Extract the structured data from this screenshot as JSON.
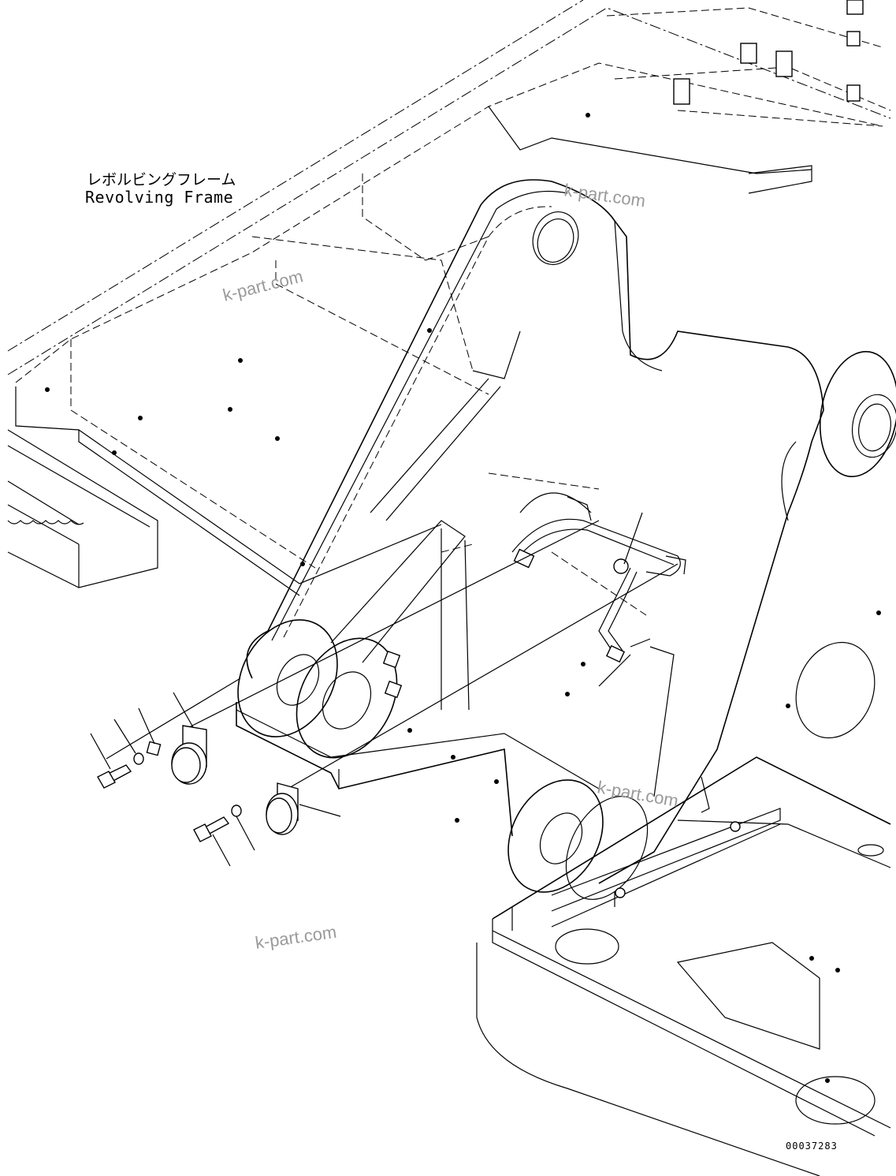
{
  "labels": {
    "frame_jp": "レボルビングフレーム",
    "frame_en": "Revolving Frame",
    "drawing_number": "00037283"
  },
  "watermarks": [
    "k-part.com",
    "k-part.com",
    "k-part.com",
    "k-part.com"
  ]
}
